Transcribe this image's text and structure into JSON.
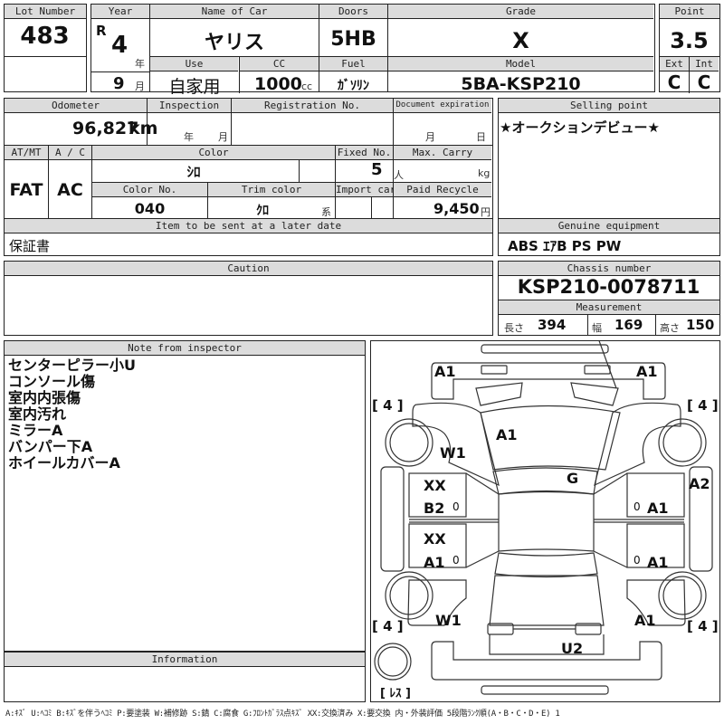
{
  "lot": {
    "label": "Lot Number",
    "value": "483"
  },
  "year": {
    "label": "Year",
    "era": "R",
    "year": "4",
    "year_unit": "年",
    "month": "9",
    "month_unit": "月"
  },
  "car_name": {
    "label": "Name of Car",
    "value": "ヤリス"
  },
  "doors": {
    "label": "Doors",
    "value": "5HB"
  },
  "grade": {
    "label": "Grade",
    "value": "X"
  },
  "point": {
    "label": "Point",
    "value": "3.5",
    "ext_label": "Ext",
    "int_label": "Int",
    "ext_value": "C",
    "int_value": "C"
  },
  "use": {
    "label": "Use",
    "value": "自家用"
  },
  "cc": {
    "label": "CC",
    "value": "1000",
    "unit": "cc"
  },
  "fuel": {
    "label": "Fuel",
    "value": "ｶﾞｿﾘﾝ"
  },
  "model": {
    "label": "Model",
    "value": "5BA-KSP210"
  },
  "odometer": {
    "label": "Odometer",
    "value": "96,827",
    "unit": "km"
  },
  "inspection": {
    "label": "Inspection",
    "year_unit": "年",
    "month_unit": "月"
  },
  "registration": {
    "label": "Registration No.",
    "value": ""
  },
  "doc_expiration": {
    "label": "Document expiration",
    "month_unit": "月",
    "day_unit": "日"
  },
  "transmission": {
    "label": "AT/MT",
    "value": "FAT"
  },
  "ac": {
    "label": "A / C",
    "value": "AC"
  },
  "color": {
    "label": "Color",
    "value": "ｼﾛ"
  },
  "fixed_no": {
    "label": "Fixed No.",
    "value": "5",
    "unit": "人"
  },
  "max_carry": {
    "label": "Max. Carry",
    "value": "",
    "unit": "kg"
  },
  "color_no": {
    "label": "Color No.",
    "value": "040"
  },
  "trim_color": {
    "label": "Trim color",
    "value": "ｸﾛ",
    "unit": "系"
  },
  "import_car": {
    "label": "Import car",
    "value": ""
  },
  "paid_recycle": {
    "label": "Paid Recycle",
    "value": "9,450",
    "unit": "円"
  },
  "later_items": {
    "label": "Item to be sent at a later date",
    "value": "保証書"
  },
  "selling_point": {
    "label": "Selling point",
    "value": "★オークションデビュー★"
  },
  "genuine_equipment": {
    "label": "Genuine equipment",
    "value": "ABS ｴｱB PS PW"
  },
  "caution": {
    "label": "Caution",
    "value": ""
  },
  "chassis": {
    "label": "Chassis number",
    "value": "KSP210-0078711"
  },
  "measurement": {
    "label": "Measurement",
    "length_label": "長さ",
    "length": "394",
    "width_label": "幅",
    "width": "169",
    "height_label": "高さ",
    "height": "150"
  },
  "inspector_note": {
    "label": "Note from inspector",
    "lines": [
      "センターピラー小U",
      "コンソール傷",
      "室内内張傷",
      "室内汚れ",
      "ミラーA",
      "バンパー下A",
      "ホイールカバーA"
    ]
  },
  "information": {
    "label": "Information",
    "value": ""
  },
  "diagram": {
    "front_left_corner": "A1",
    "front_right_corner": "A1",
    "hood": "A1",
    "front_left_fender": "W1",
    "roof_glass": "G",
    "left_front_door_top": "XX",
    "left_front_door": "B2",
    "left_rear_door_top": "XX",
    "left_rear_door": "A1",
    "right_front_door": "A1",
    "right_rear_door": "A1",
    "right_side_panel": "A2",
    "rear_left_fender": "W1",
    "rear_right_fender": "A1",
    "rear_bumper": "U2",
    "tire_fl": "[ 4 ]",
    "tire_fr": "[ 4 ]",
    "tire_rl": "[ 4 ]",
    "tire_rr": "[ 4 ]",
    "spare_tire": "[ ﾚｽ ]",
    "door_mark_lf": "0",
    "door_mark_lr": "0",
    "door_mark_rf": "0",
    "door_mark_rr": "0"
  },
  "legend": "A:ｷｽﾞ  U:ﾍｺﾐ  B:ｷｽﾞを伴うﾍｺﾐ  P:要塗装  W:補修跡  S:錆  C:腐食  G:ﾌﾛﾝﾄｶﾞﾗｽ点ｷｽﾞ  XX:交換済み  X:要交換   内・外装評価  5段階ﾗﾝｸ順(A・B・C・D・E) 1"
}
